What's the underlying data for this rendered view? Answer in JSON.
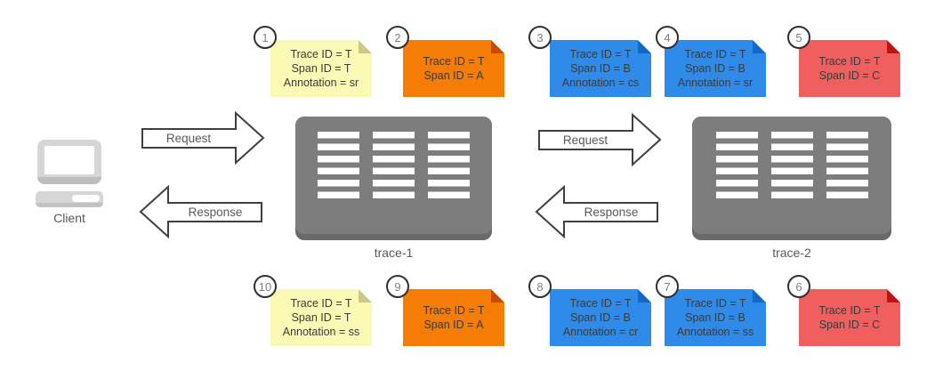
{
  "colors": {
    "yellow": "#FAFAB4",
    "yellow_fold": "#C9C98C",
    "orange": "#F57D05",
    "orange_fold": "#C94B03",
    "blue": "#2E8BE9",
    "blue_fold": "#1668C4",
    "red": "#F15E5E",
    "red_fold": "#C01414",
    "server": "#7D7D7E",
    "server_shadow": "#696A6C",
    "arrow_stroke": "#3F3F3F",
    "text": "#595959",
    "note_text": "#3A3A3A",
    "badge_border": "#2F2F2F",
    "badge_text": "#7F7F7F"
  },
  "client": {
    "label": "Client"
  },
  "servers": [
    {
      "label": "trace-1"
    },
    {
      "label": "trace-2"
    }
  ],
  "arrows": {
    "request1": "Request",
    "response1": "Response",
    "request2": "Request",
    "response2": "Response"
  },
  "notes": [
    {
      "id": "1",
      "color": "yellow",
      "lines": [
        "Trace ID = T",
        "Span ID = T",
        "Annotation = sr"
      ]
    },
    {
      "id": "2",
      "color": "orange",
      "lines": [
        "Trace ID = T",
        "Span ID = A"
      ]
    },
    {
      "id": "3",
      "color": "blue",
      "lines": [
        "Trace ID = T",
        "Span ID = B",
        "Annotation = cs"
      ]
    },
    {
      "id": "4",
      "color": "blue",
      "lines": [
        "Trace ID = T",
        "Span ID = B",
        "Annotation = sr"
      ]
    },
    {
      "id": "5",
      "color": "red",
      "lines": [
        "Trace ID = T",
        "Span ID = C"
      ]
    },
    {
      "id": "10",
      "color": "yellow",
      "lines": [
        "Trace ID = T",
        "Span ID = T",
        "Annotation = ss"
      ]
    },
    {
      "id": "9",
      "color": "orange",
      "lines": [
        "Trace ID = T",
        "Span ID = A"
      ]
    },
    {
      "id": "8",
      "color": "blue",
      "lines": [
        "Trace ID = T",
        "Span ID = B",
        "Annotation = cr"
      ]
    },
    {
      "id": "7",
      "color": "blue",
      "lines": [
        "Trace ID = T",
        "Span ID = B",
        "Annotation = ss"
      ]
    },
    {
      "id": "6",
      "color": "red",
      "lines": [
        "Trace ID = T",
        "Span ID = C"
      ]
    }
  ]
}
